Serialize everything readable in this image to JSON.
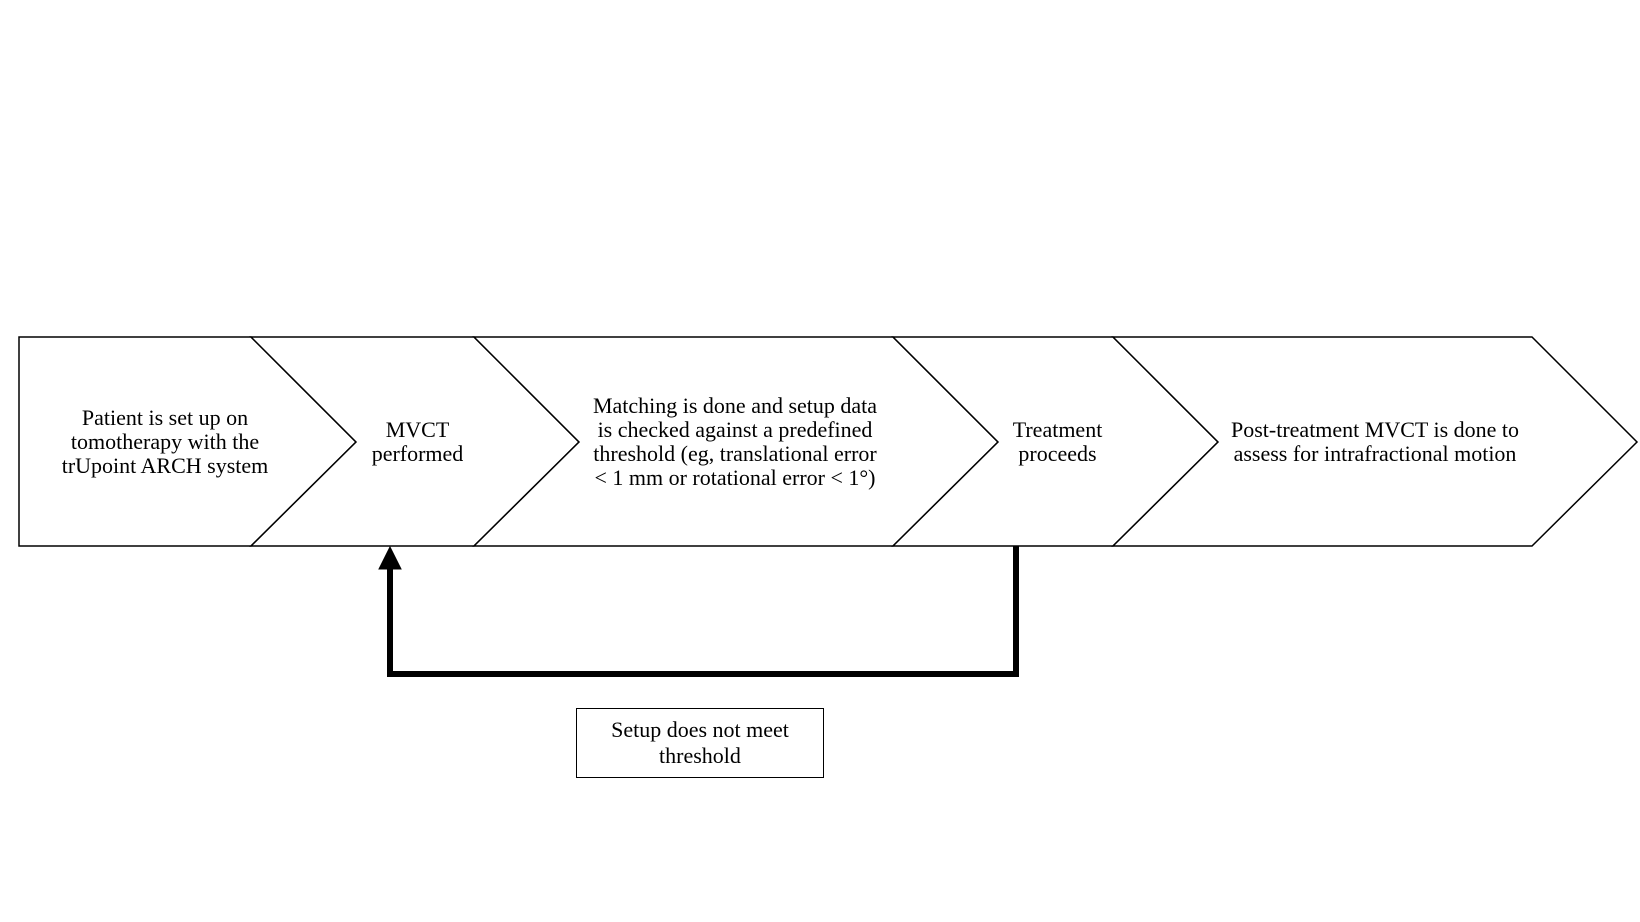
{
  "colors": {
    "stroke": "#000000",
    "fill": "#ffffff",
    "text": "#000000"
  },
  "steps": [
    {
      "id": "setup",
      "label": "Patient is set up on tomotherapy with the trUpoint ARCH system"
    },
    {
      "id": "mvct",
      "label": "MVCT performed"
    },
    {
      "id": "matching",
      "label": "Matching is done and setup data is checked against a predefined threshold (eg, translational error < 1 mm or rotational error < 1°)"
    },
    {
      "id": "treatment",
      "label": "Treatment proceeds"
    },
    {
      "id": "post-mvct",
      "label": "Post-treatment MVCT is done to assess for intrafractional motion"
    }
  ],
  "feedback": {
    "from": "treatment",
    "to": "mvct",
    "label": "Setup does not meet threshold"
  }
}
